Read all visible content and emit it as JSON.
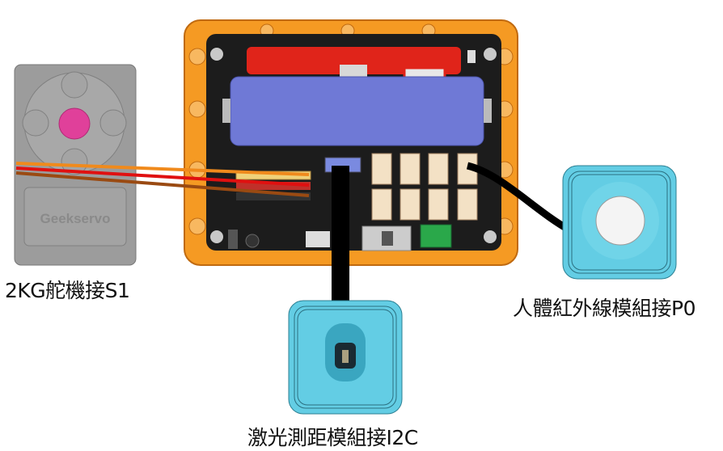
{
  "servo": {
    "brand_text": "Geekservo",
    "label": "2KG舵機接S1"
  },
  "pir_module": {
    "label": "人體紅外線模組接P0"
  },
  "laser_module": {
    "label": "激光測距模組接I2C"
  },
  "colors": {
    "frame": "#f59a23",
    "board": "#1c1c1c",
    "battery": "#6f79d6",
    "module": "#63cde4",
    "servo_body": "#9c9c9c",
    "servo_button": "#e0409a",
    "wire_orange": "#f08a1c",
    "wire_red": "#e01010",
    "wire_brown": "#9a4a12"
  }
}
